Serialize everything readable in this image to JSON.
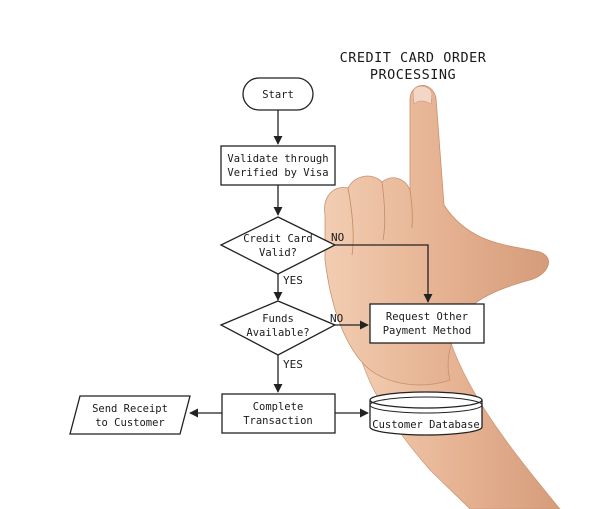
{
  "title": {
    "line1": "CREDIT CARD ORDER",
    "line2": "PROCESSING"
  },
  "nodes": {
    "start": {
      "label": "Start"
    },
    "validate": {
      "line1": "Validate through",
      "line2": "Verified by Visa"
    },
    "card_valid": {
      "line1": "Credit Card",
      "line2": "Valid?"
    },
    "funds": {
      "line1": "Funds",
      "line2": "Available?"
    },
    "request_other": {
      "line1": "Request Other",
      "line2": "Payment Method"
    },
    "complete": {
      "line1": "Complete",
      "line2": "Transaction"
    },
    "send_receipt": {
      "line1": "Send  Receipt",
      "line2": "to Customer"
    },
    "database": {
      "label": "Customer Database"
    }
  },
  "edges": {
    "card_valid_no": "NO",
    "card_valid_yes": "YES",
    "funds_no": "NO",
    "funds_yes": "YES"
  },
  "colors": {
    "ink": "#222222",
    "skin": "#e8b89a",
    "skin_shadow": "#c98f6e"
  }
}
